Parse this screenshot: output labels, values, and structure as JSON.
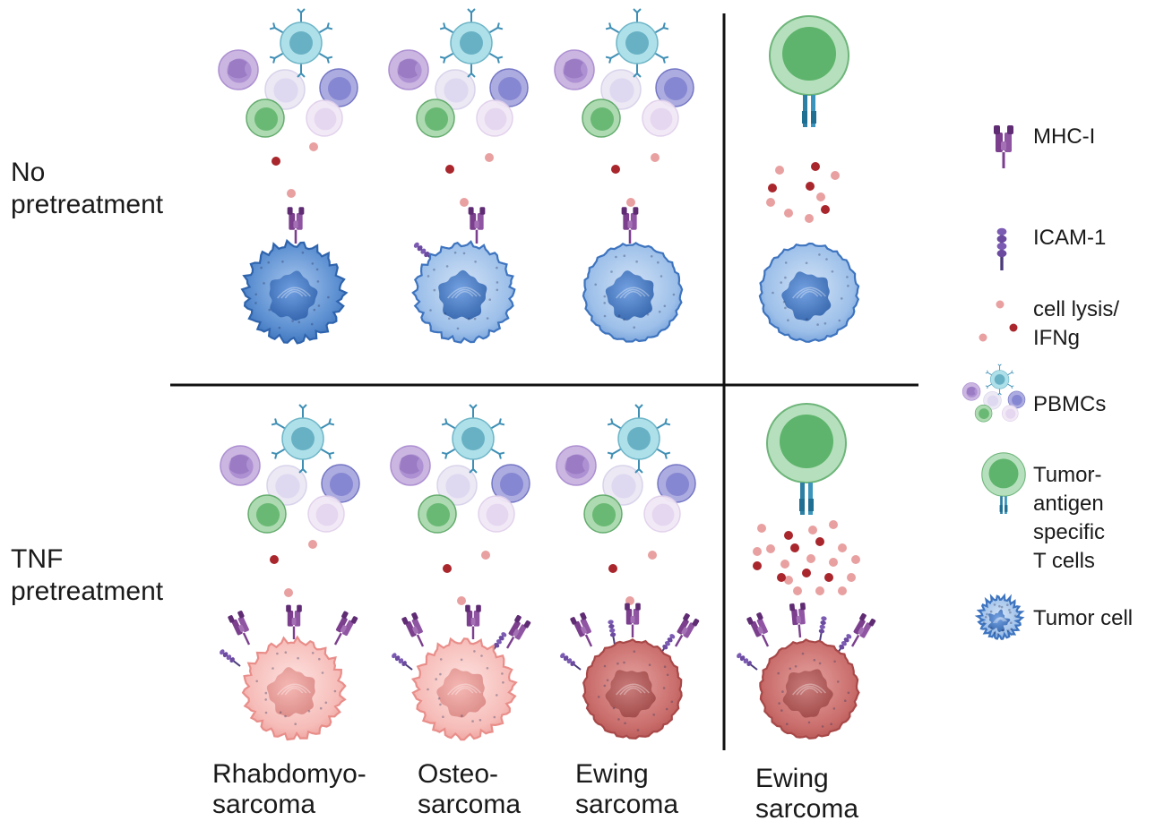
{
  "rows": [
    {
      "id": "no",
      "lines": [
        "No",
        "pretreatment"
      ]
    },
    {
      "id": "tnf",
      "lines": [
        "TNF",
        "pretreatment"
      ]
    }
  ],
  "columns": [
    {
      "id": "rms",
      "lines": [
        "Rhabdomyo-",
        "sarcoma"
      ]
    },
    {
      "id": "os",
      "lines": [
        "Osteo-",
        "sarcoma"
      ]
    },
    {
      "id": "ews",
      "lines": [
        "Ewing",
        "sarcoma"
      ]
    },
    {
      "id": "ews-t",
      "lines": [
        "Ewing",
        "sarcoma"
      ]
    }
  ],
  "legend": [
    {
      "id": "mhc",
      "lines": [
        "MHC-I"
      ],
      "icon": "mhc-i-icon"
    },
    {
      "id": "icam",
      "lines": [
        "ICAM-1"
      ],
      "icon": "icam-1-icon"
    },
    {
      "id": "lysis",
      "lines": [
        "cell lysis/",
        "IFNg"
      ],
      "icon": "cell-lysis-dots-icon"
    },
    {
      "id": "pbmc",
      "lines": [
        "PBMCs"
      ],
      "icon": "pbmc-cluster-icon"
    },
    {
      "id": "tcell",
      "lines": [
        "Tumor-",
        "antigen",
        "specific",
        "T cells"
      ],
      "icon": "t-cell-icon"
    },
    {
      "id": "tumor",
      "lines": [
        "Tumor cell"
      ],
      "icon": "tumor-cell-icon"
    }
  ],
  "colors": {
    "tumor_untreated": "#5b8fd1",
    "tumor_untreated_dark": "#2f64ad",
    "tumor_tnf_light": "#f3b8b5",
    "tumor_tnf_dark": "#c56a6a",
    "mhc": "#7b3f8e",
    "icam": "#6b4aa0",
    "lysis_dark": "#a8262c",
    "lysis_light": "#e8a0a0",
    "tcell": "#7cc08a",
    "tcr": "#2d7fa3",
    "divider": "#111111"
  }
}
